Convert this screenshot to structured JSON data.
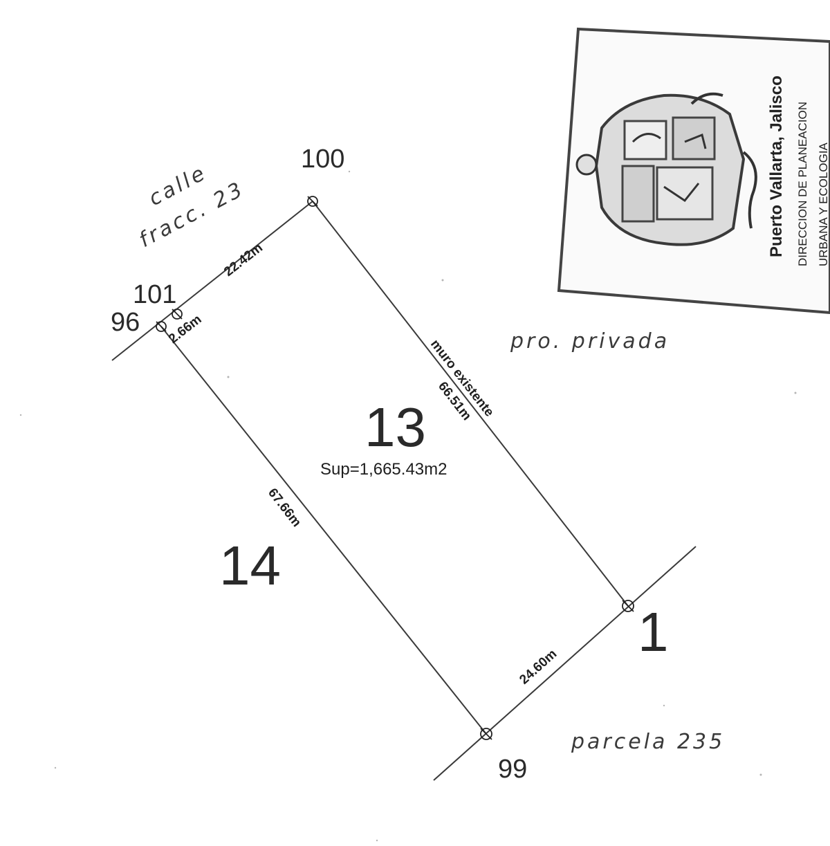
{
  "lot": {
    "number": "13",
    "area": "Sup=1,665.43m2",
    "neighbor_lot": "14",
    "neighbor_point_label": "1"
  },
  "vertices": {
    "v100": "100",
    "v101": "101",
    "v96": "96",
    "v99": "99"
  },
  "dimensions": {
    "north_a": "22.42m",
    "north_b": "2.66m",
    "east": "66.51m",
    "east_note": "muro existente",
    "west": "67.66m",
    "south": "24.60m"
  },
  "boundaries": {
    "north_street_line1": "calle",
    "north_street_line2": "fracc. 23",
    "east": "pro. privada",
    "south": "parcela 235"
  },
  "stamp": {
    "city": "Puerto Vallarta, Jalisco",
    "dept_line1": "DIRECCION DE PLANEACION",
    "dept_line2": "URBANA Y ECOLOGIA"
  },
  "colors": {
    "ink": "#2a2a2a",
    "paper": "#ffffff"
  }
}
